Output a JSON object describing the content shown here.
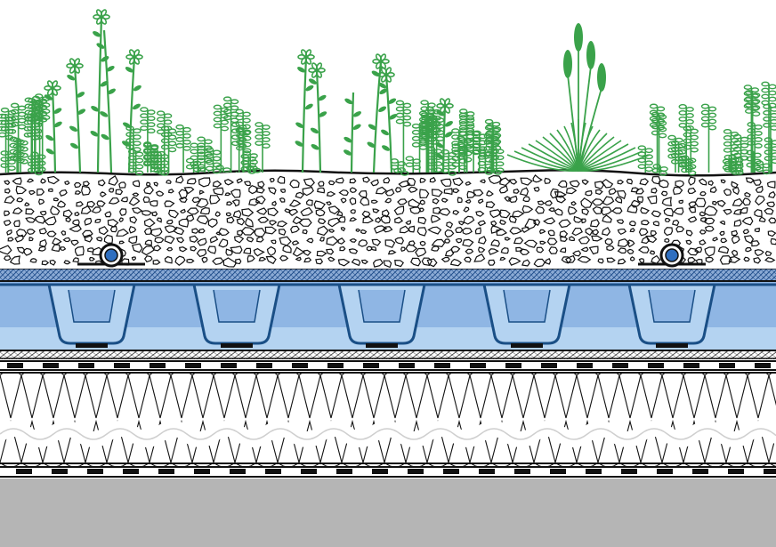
{
  "diagram": {
    "layers": [
      {
        "id": "vegetation",
        "depicts": "sedum-herbs-grasses"
      },
      {
        "id": "substrate",
        "depicts": "granular-growing-medium"
      },
      {
        "id": "irrigation-pipe",
        "depicts": "drip-line",
        "count": 2
      },
      {
        "id": "filter-fleece",
        "depicts": "filter-layer"
      },
      {
        "id": "drainage-board",
        "depicts": "cup-shaped-drainage-element",
        "cups": 5
      },
      {
        "id": "protection-mat",
        "depicts": "protection-fleece"
      },
      {
        "id": "root-barrier",
        "depicts": "root-barrier-membrane"
      },
      {
        "id": "insulation",
        "depicts": "thermal-insulation"
      },
      {
        "id": "vapour-barrier",
        "depicts": "vapour-barrier-membrane"
      },
      {
        "id": "concrete-deck",
        "depicts": "roof-slab"
      }
    ]
  },
  "colors": {
    "plant_green": "#3aa24a",
    "drainage_light": "#b4d3f1",
    "drainage_mid": "#8fb6e4",
    "drainage_dark": "#1a4f86",
    "pipe_blue": "#2f6fc0",
    "mesh_blue": "#2e66b2",
    "concrete_grey": "#b5b5b5",
    "ink": "#111111"
  }
}
